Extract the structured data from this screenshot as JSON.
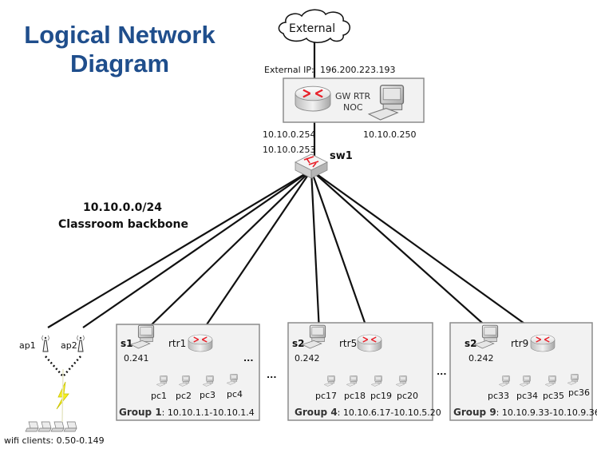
{
  "title": {
    "line1": "Logical Network",
    "line2": "Diagram",
    "color": "#1f4e8c"
  },
  "external": {
    "cloud_label": "External",
    "ip_label": "External IP:",
    "ip_value": "196.200.223.193"
  },
  "gateway": {
    "router_label_line1": "GW RTR",
    "router_label_line2": "NOC",
    "noc_ip": "10.10.0.250",
    "router_inner_ip": "10.10.0.254"
  },
  "switch": {
    "name": "sw1",
    "ip": "10.10.0.253"
  },
  "backbone": {
    "subnet": "10.10.0.0/24",
    "name": "Classroom backbone"
  },
  "wifi": {
    "access_points": [
      "ap1",
      "ap2"
    ],
    "clients_label": "wifi clients: 0.50-0.149",
    "client_count_shown": 4
  },
  "groups": [
    {
      "server": "s1",
      "server_ip": "0.241",
      "router": "rtr1",
      "pcs": [
        "pc1",
        "pc2",
        "pc3",
        "pc4"
      ],
      "caption_bold": "Group 1",
      "caption_range": ": 10.10.1.1-10.10.1.4"
    },
    {
      "server": "s2",
      "server_ip": "0.242",
      "router": "rtr5",
      "pcs": [
        "pc17",
        "pc18",
        "pc19",
        "pc20"
      ],
      "caption_bold": "Group 4",
      "caption_range": ": 10.10.6.17-10.10.5.20"
    },
    {
      "server": "s2",
      "server_ip": "0.242",
      "router": "rtr9",
      "pcs": [
        "pc33",
        "pc34",
        "pc35",
        "pc36"
      ],
      "caption_bold": "Group 9",
      "caption_range": ": 10.10.9.33-10.10.9.36"
    }
  ],
  "ellipsis": "...",
  "colors": {
    "box_fill": "#f2f2f2",
    "box_border": "#8c8c8c",
    "device_red": "#e8212a",
    "wifi_bolt": "#f5ee1f"
  }
}
